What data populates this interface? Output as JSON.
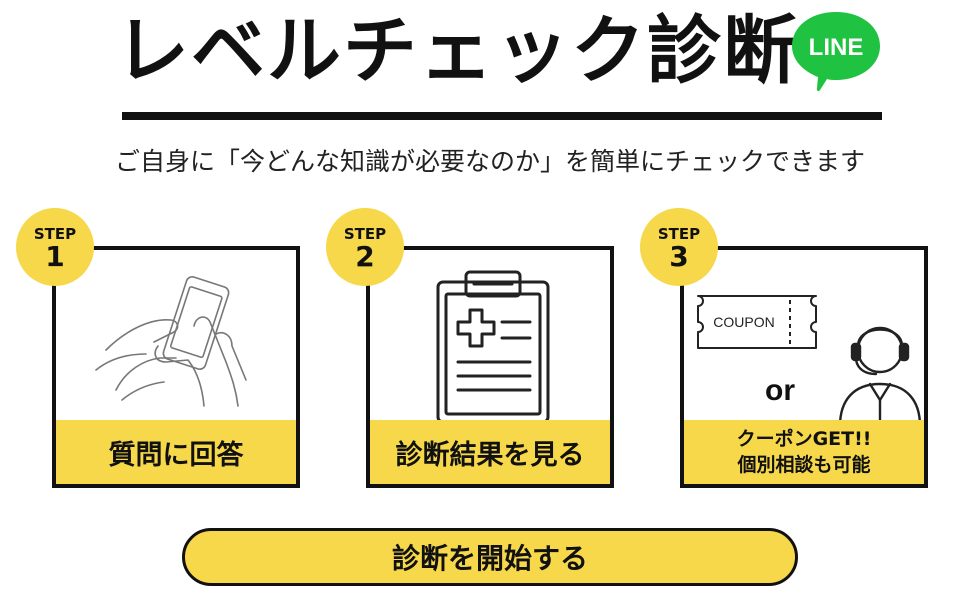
{
  "header": {
    "title": "レベルチェック診断",
    "badge_text": "LINE"
  },
  "subtitle": "ご自身に「今どんな知識が必要なのか」を簡単にチェックできます",
  "steps": [
    {
      "label": "STEP",
      "number": "1",
      "caption": "質問に回答"
    },
    {
      "label": "STEP",
      "number": "2",
      "caption": "診断結果を見る"
    },
    {
      "label": "STEP",
      "number": "3",
      "caption_line1": "クーポンGET!!",
      "caption_line2": "個別相談も可能",
      "coupon_text": "COUPON",
      "or_text": "or"
    }
  ],
  "cta_label": "診断を開始する",
  "colors": {
    "accent": "#f6d84a",
    "line_green": "#1fc241",
    "ink": "#111111"
  }
}
